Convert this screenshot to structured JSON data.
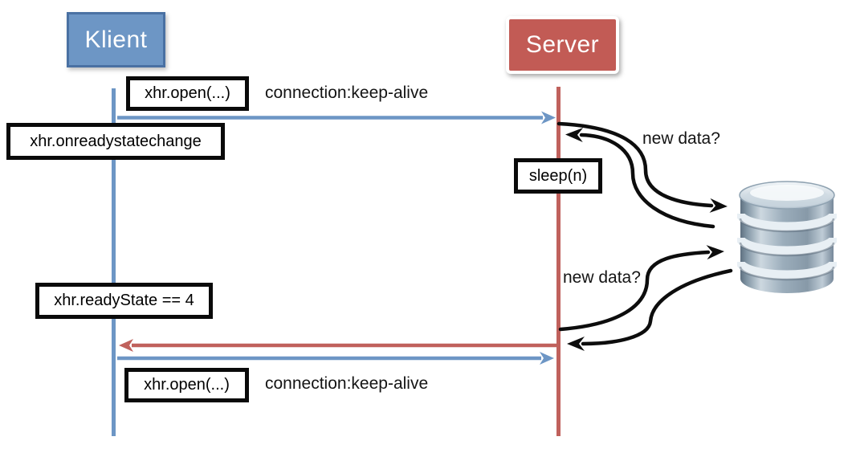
{
  "diagram": {
    "type": "sequence-diagram",
    "actors": {
      "client_label": "Klient",
      "server_label": "Server"
    },
    "event_boxes": {
      "xhr_open_top": "xhr.open(...)",
      "xhr_onreadystatechange": "xhr.onreadystatechange",
      "sleep": "sleep(n)",
      "xhr_readystate": "xhr.readyState == 4",
      "xhr_open_bottom": "xhr.open(...)"
    },
    "message_labels": {
      "keep_alive_top": "connection:keep-alive",
      "keep_alive_bottom": "connection:keep-alive",
      "new_data_top": "new data?",
      "new_data_bottom": "new data?"
    },
    "icons": {
      "database": "database-icon"
    },
    "colors": {
      "client_blue": "#6d96c5",
      "client_border": "#4a71a3",
      "server_red": "#c25b55",
      "server_lifeline_red": "#c0615c",
      "arrow_black": "#0d0d0d"
    }
  }
}
